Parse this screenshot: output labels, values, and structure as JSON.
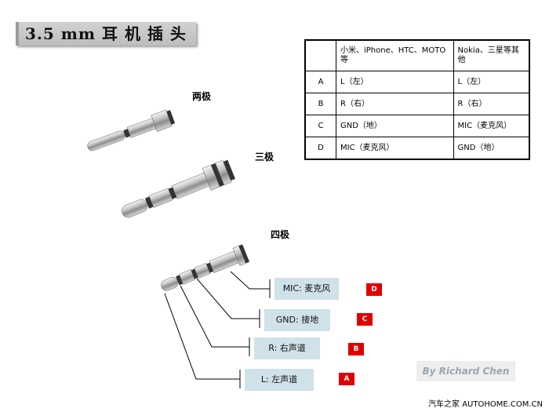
{
  "title": "3.5 mm 耳 机 插 头",
  "table": {
    "headers": [
      "",
      "小米、iPhone、HTC、MOTO等",
      "Nokia、三星等其他"
    ],
    "rows": [
      [
        "A",
        "L（左）",
        "L（左）"
      ],
      [
        "B",
        "R（右）",
        "R（右）"
      ],
      [
        "C",
        "GND（地）",
        "MIC（麦克风）"
      ],
      [
        "D",
        "MIC（麦克风）",
        "GND（地）"
      ]
    ]
  },
  "plugs": {
    "two_pole": "两极",
    "three_pole": "三极",
    "four_pole": "四极"
  },
  "pins": [
    {
      "label": "MIC: 麦克风",
      "tag": "D"
    },
    {
      "label": "GND: 接地",
      "tag": "C"
    },
    {
      "label": "R: 右声道",
      "tag": "B"
    },
    {
      "label": "L: 左声道",
      "tag": "A"
    }
  ],
  "author": "By Richard Chen",
  "watermark": "汽车之家 AUTOHOME.COM.CN",
  "colors": {
    "tag": "#e00000",
    "pin_label_bg": "#cfe2e9",
    "title_bg": "#c8c8c8"
  }
}
